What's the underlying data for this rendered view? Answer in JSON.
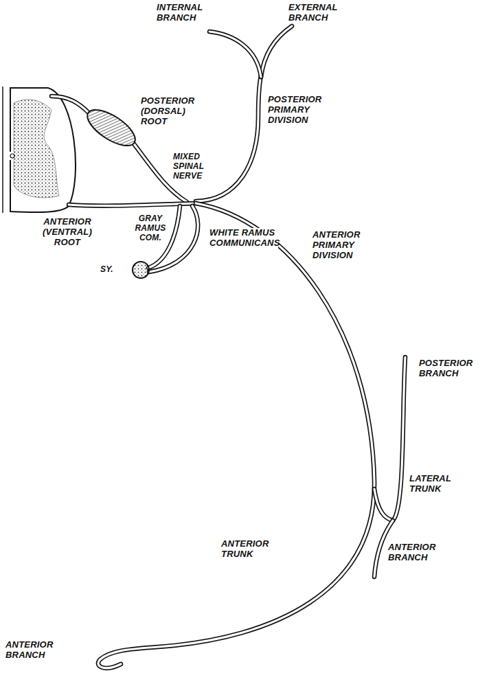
{
  "diagram": {
    "labels": [
      "INTERNAL BRANCH",
      "EXTERNAL BRANCH",
      "POSTERIOR (DORSAL) ROOT",
      "POSTERIOR PRIMARY DIVISION",
      "MIXED SPINAL NERVE",
      "ANTERIOR (VENTRAL) ROOT",
      "GRAY RAMUS COM.",
      "WHITE RAMUS COMMUNICANS",
      "SY.",
      "ANTERIOR PRIMARY DIVISION",
      "POSTERIOR BRANCH",
      "LATERAL TRUNK",
      "ANTERIOR BRANCH",
      "ANTERIOR TRUNK",
      "ANTERIOR BRANCH"
    ]
  }
}
